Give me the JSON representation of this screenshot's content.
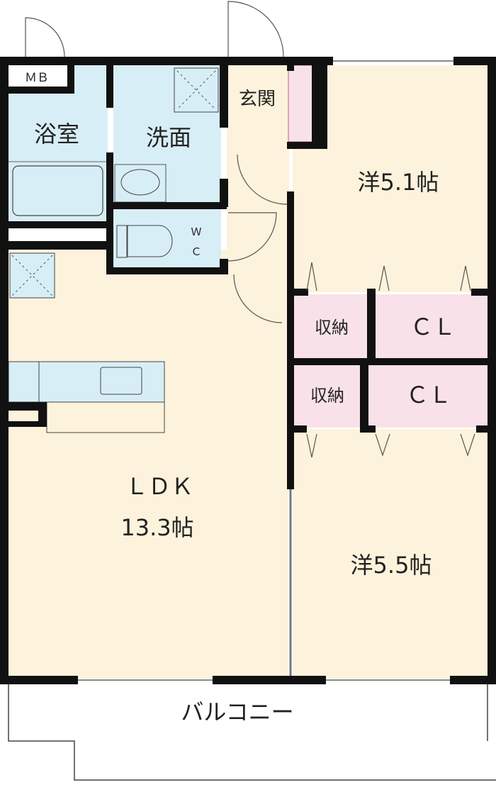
{
  "floorplan": {
    "rooms": {
      "mb": "ＭＢ",
      "bath": "浴室",
      "washroom": "洗面",
      "entrance": "玄関",
      "wc_w": "Ｗ",
      "wc_c": "Ｃ",
      "western1": "洋5.1帖",
      "storage1": "収納",
      "closet1": "ＣＬ",
      "storage2": "収納",
      "closet2": "ＣＬ",
      "ldk": "ＬＤＫ",
      "ldk_size": "13.3帖",
      "western2": "洋5.5帖",
      "balcony": "バルコニー"
    },
    "colors": {
      "cream": "#fdf3dc",
      "blue": "#d8eef6",
      "pink": "#f9e1ea",
      "wall": "#111111"
    }
  }
}
